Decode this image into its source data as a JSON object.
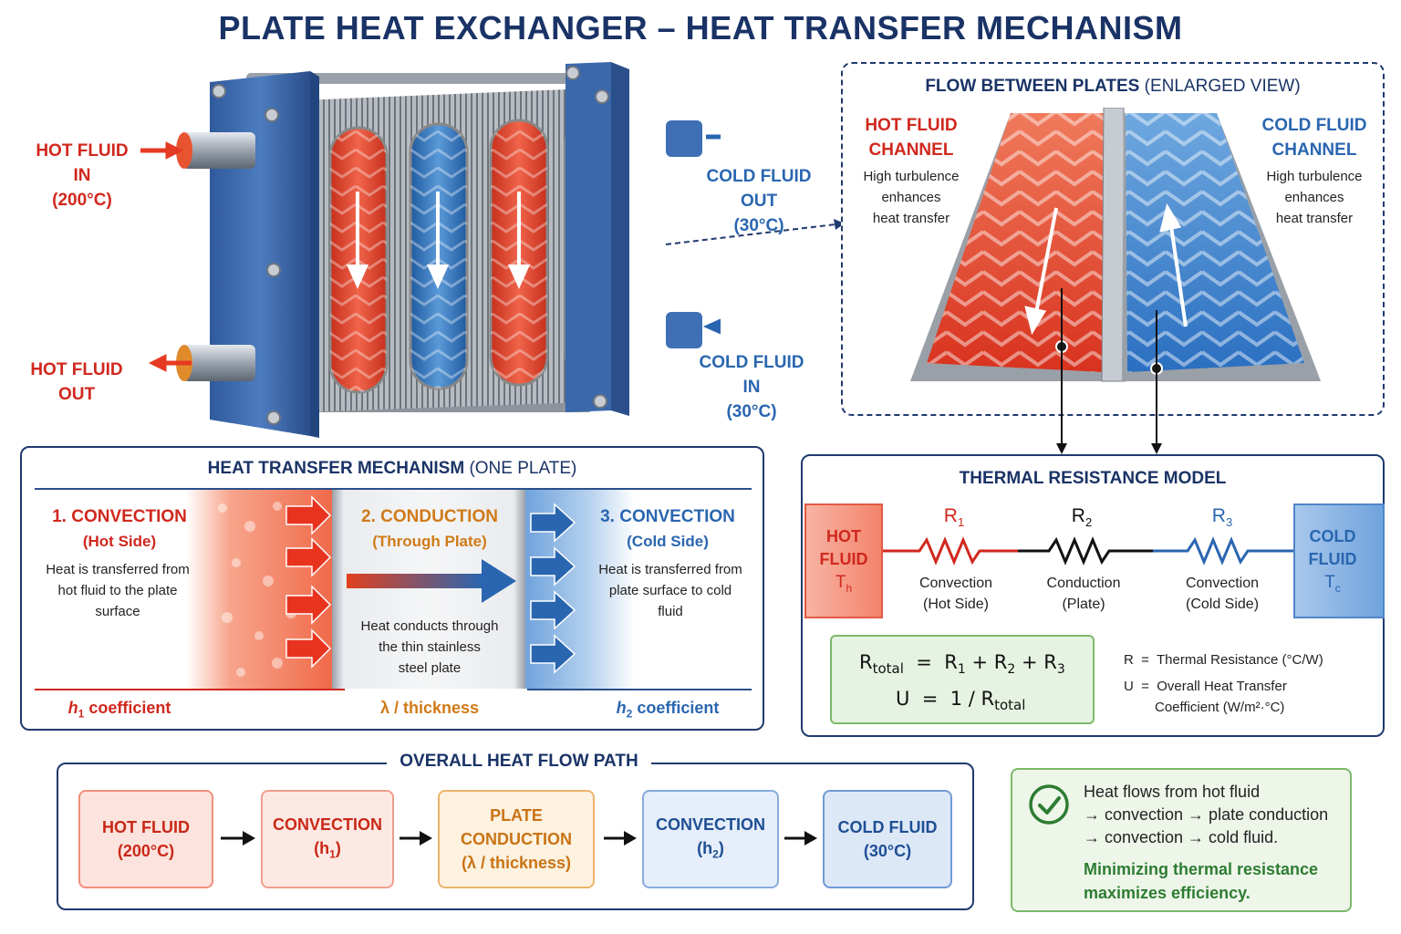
{
  "title": "PLATE HEAT EXCHANGER – HEAT TRANSFER MECHANISM",
  "exchanger": {
    "hot_in": [
      "HOT FLUID IN",
      "(200°C)"
    ],
    "hot_out": "HOT FLUID OUT",
    "cold_out": [
      "COLD FLUID OUT",
      "(30°C)"
    ],
    "cold_in": [
      "COLD FLUID IN",
      "(30°C)"
    ]
  },
  "enlarged": {
    "title": "FLOW BETWEEN PLATES",
    "title_sub": "(ENLARGED VIEW)",
    "hot_channel": [
      "HOT FLUID",
      "CHANNEL"
    ],
    "hot_text": [
      "High turbulence",
      "enhances",
      "heat transfer"
    ],
    "cold_channel": [
      "COLD FLUID",
      "CHANNEL"
    ],
    "cold_text": [
      "High turbulence",
      "enhances",
      "heat transfer"
    ]
  },
  "mechanism": {
    "title": "HEAT TRANSFER MECHANISM",
    "title_sub": "(ONE PLATE)",
    "step1": {
      "title": "1. CONVECTION",
      "sub": "(Hot Side)",
      "text": [
        "Heat is transferred from",
        "hot fluid to the plate",
        "surface"
      ]
    },
    "step2": {
      "title": "2. CONDUCTION",
      "sub": "(Through Plate)",
      "text": [
        "Heat conducts through",
        "the thin stainless",
        "steel plate"
      ]
    },
    "step3": {
      "title": "3. CONVECTION",
      "sub": "(Cold Side)",
      "text": [
        "Heat is transferred from",
        "plate surface to cold",
        "fluid"
      ]
    },
    "h1_symbol": "h",
    "h1_sub": "1",
    "h1_label": " coefficient",
    "lambda_label": "λ / thickness",
    "h2_symbol": "h",
    "h2_sub": "2",
    "h2_label": " coefficient"
  },
  "resistance": {
    "title": "THERMAL RESISTANCE MODEL",
    "hot_block": [
      "HOT",
      "FLUID"
    ],
    "hot_T": "T",
    "hot_T_sub": "h",
    "cold_block": [
      "COLD",
      "FLUID"
    ],
    "cold_T": "T",
    "cold_T_sub": "c",
    "r1": "R",
    "r1_sub": "1",
    "r1_label": [
      "Convection",
      "(Hot Side)"
    ],
    "r2": "R",
    "r2_sub": "2",
    "r2_label": [
      "Conduction",
      "(Plate)"
    ],
    "r3": "R",
    "r3_sub": "3",
    "r3_label": [
      "Convection",
      "(Cold Side)"
    ],
    "formula1": {
      "lhs": "R",
      "lhs_sub": "total",
      "eq": "=",
      "t1": "R",
      "s1": "1",
      "plus1": "+",
      "t2": "R",
      "s2": "2",
      "plus2": "+",
      "t3": "R",
      "s3": "3"
    },
    "formula2": {
      "lhs": "U",
      "eq": "=",
      "rhs": "1 / R",
      "rhs_sub": "total"
    },
    "legend_r": "R  =  Thermal Resistance (°C/W)",
    "legend_u": [
      "U  =  Overall Heat Transfer",
      "Coefficient (W/m²·°C)"
    ]
  },
  "path": {
    "title": "OVERALL HEAT FLOW PATH",
    "boxes": [
      {
        "lines": [
          "HOT FLUID",
          "(200°C)"
        ]
      },
      {
        "lines": [
          "CONVECTION",
          "(h",
          "1",
          ")"
        ]
      },
      {
        "lines": [
          "PLATE",
          "CONDUCTION",
          "(λ / thickness)"
        ]
      },
      {
        "lines": [
          "CONVECTION",
          "(h",
          "2",
          ")"
        ]
      },
      {
        "lines": [
          "COLD FLUID",
          "(30°C)"
        ]
      }
    ]
  },
  "summary": {
    "text": [
      "Heat flows from hot fluid",
      "→ convection → plate conduction",
      "→ convection → cold fluid."
    ],
    "emphasis": [
      "Minimizing thermal resistance",
      "maximizes efficiency."
    ]
  },
  "colors": {
    "hot": "#d0281e",
    "cold": "#2a66b0",
    "navy": "#1a3366",
    "orange": "#d07a18",
    "green": "#2e7d32"
  }
}
